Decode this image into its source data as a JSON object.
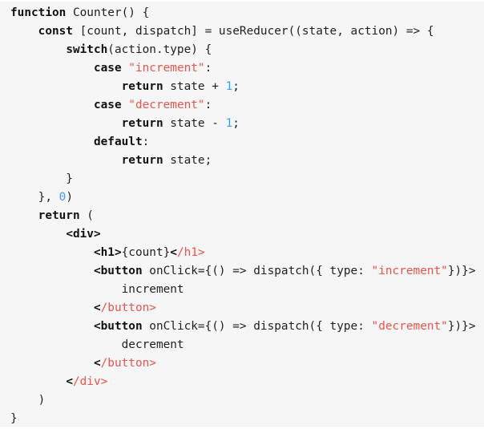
{
  "colors": {
    "background": "#f6f6f6",
    "plain_text": "#1f1f1f",
    "keyword": "#111111",
    "string_red": "#e9544c",
    "closing_tag_red": "#e9544c",
    "number_blue": "#3c9df8"
  },
  "code": {
    "language": "jsx",
    "lines": [
      [
        {
          "c": "k",
          "t": "function"
        },
        {
          "c": "p",
          "t": " Counter() {"
        }
      ],
      [
        {
          "c": "p",
          "t": "    "
        },
        {
          "c": "k",
          "t": "const"
        },
        {
          "c": "p",
          "t": " [count, dispatch] = useReducer((state, action) => {"
        }
      ],
      [
        {
          "c": "p",
          "t": "        "
        },
        {
          "c": "k",
          "t": "switch"
        },
        {
          "c": "p",
          "t": "(action.type) {"
        }
      ],
      [
        {
          "c": "p",
          "t": "            "
        },
        {
          "c": "k",
          "t": "case"
        },
        {
          "c": "p",
          "t": " "
        },
        {
          "c": "s",
          "t": "\"increment\""
        },
        {
          "c": "p",
          "t": ":"
        }
      ],
      [
        {
          "c": "p",
          "t": "                "
        },
        {
          "c": "k",
          "t": "return"
        },
        {
          "c": "p",
          "t": " state + "
        },
        {
          "c": "n",
          "t": "1"
        },
        {
          "c": "p",
          "t": ";"
        }
      ],
      [
        {
          "c": "p",
          "t": "            "
        },
        {
          "c": "k",
          "t": "case"
        },
        {
          "c": "p",
          "t": " "
        },
        {
          "c": "s",
          "t": "\"decrement\""
        },
        {
          "c": "p",
          "t": ":"
        }
      ],
      [
        {
          "c": "p",
          "t": "                "
        },
        {
          "c": "k",
          "t": "return"
        },
        {
          "c": "p",
          "t": " state - "
        },
        {
          "c": "n",
          "t": "1"
        },
        {
          "c": "p",
          "t": ";"
        }
      ],
      [
        {
          "c": "p",
          "t": "            "
        },
        {
          "c": "k",
          "t": "default"
        },
        {
          "c": "p",
          "t": ":"
        }
      ],
      [
        {
          "c": "p",
          "t": "                "
        },
        {
          "c": "k",
          "t": "return"
        },
        {
          "c": "p",
          "t": " state;"
        }
      ],
      [
        {
          "c": "p",
          "t": "        }"
        }
      ],
      [
        {
          "c": "p",
          "t": "    }, "
        },
        {
          "c": "n",
          "t": "0"
        },
        {
          "c": "p",
          "t": ")"
        }
      ],
      [
        {
          "c": "p",
          "t": "    "
        },
        {
          "c": "k",
          "t": "return"
        },
        {
          "c": "p",
          "t": " ("
        }
      ],
      [
        {
          "c": "p",
          "t": "        "
        },
        {
          "c": "t",
          "t": "<div>"
        }
      ],
      [
        {
          "c": "p",
          "t": "            "
        },
        {
          "c": "t",
          "t": "<h1>"
        },
        {
          "c": "p",
          "t": "{count}"
        },
        {
          "c": "t",
          "t": "<"
        },
        {
          "c": "ct",
          "t": "/h1>"
        }
      ],
      [
        {
          "c": "p",
          "t": "            "
        },
        {
          "c": "t",
          "t": "<button"
        },
        {
          "c": "p",
          "t": " onClick={() => dispatch({ type: "
        },
        {
          "c": "s",
          "t": "\"increment\""
        },
        {
          "c": "p",
          "t": "})}>"
        }
      ],
      [
        {
          "c": "p",
          "t": "                increment"
        }
      ],
      [
        {
          "c": "p",
          "t": "            "
        },
        {
          "c": "t",
          "t": "<"
        },
        {
          "c": "ct",
          "t": "/button>"
        }
      ],
      [
        {
          "c": "p",
          "t": "            "
        },
        {
          "c": "t",
          "t": "<button"
        },
        {
          "c": "p",
          "t": " onClick={() => dispatch({ type: "
        },
        {
          "c": "s",
          "t": "\"decrement\""
        },
        {
          "c": "p",
          "t": "})}>"
        }
      ],
      [
        {
          "c": "p",
          "t": "                decrement"
        }
      ],
      [
        {
          "c": "p",
          "t": "            "
        },
        {
          "c": "t",
          "t": "<"
        },
        {
          "c": "ct",
          "t": "/button>"
        }
      ],
      [
        {
          "c": "p",
          "t": "        "
        },
        {
          "c": "t",
          "t": "<"
        },
        {
          "c": "ct",
          "t": "/div>"
        }
      ],
      [
        {
          "c": "p",
          "t": "    )"
        }
      ],
      [
        {
          "c": "p",
          "t": "}"
        }
      ]
    ]
  }
}
